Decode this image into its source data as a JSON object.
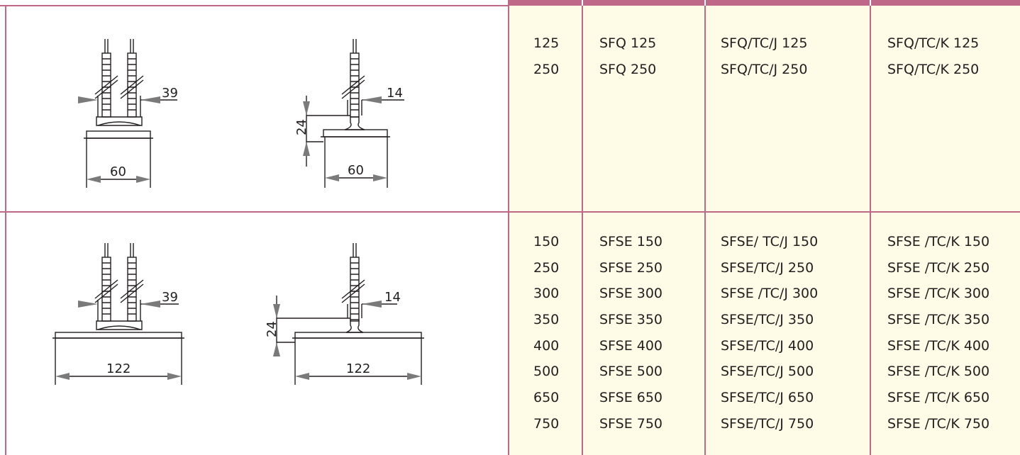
{
  "sections": [
    {
      "dimensions": {
        "pin_spacing": "39",
        "base_width": "60",
        "pin_width": "14",
        "height": "24"
      },
      "rows": [
        {
          "power": "125",
          "standard": "SFQ 125",
          "tc_j": "SFQ/TC/J 125",
          "tc_k": "SFQ/TC/K 125"
        },
        {
          "power": "250",
          "standard": "SFQ 250",
          "tc_j": "SFQ/TC/J 250",
          "tc_k": "SFQ/TC/K 250"
        }
      ]
    },
    {
      "dimensions": {
        "pin_spacing": "39",
        "base_width": "122",
        "pin_width": "14",
        "height": "24"
      },
      "rows": [
        {
          "power": "150",
          "standard": "SFSE 150",
          "tc_j": "SFSE/ TC/J 150",
          "tc_k": "SFSE /TC/K 150"
        },
        {
          "power": "250",
          "standard": "SFSE 250",
          "tc_j": "SFSE/TC/J  250",
          "tc_k": "SFSE /TC/K 250"
        },
        {
          "power": "300",
          "standard": "SFSE 300",
          "tc_j": "SFSE /TC/J 300",
          "tc_k": "SFSE /TC/K 300"
        },
        {
          "power": "350",
          "standard": "SFSE 350",
          "tc_j": "SFSE/TC/J 350",
          "tc_k": "SFSE /TC/K 350"
        },
        {
          "power": "400",
          "standard": "SFSE 400",
          "tc_j": "SFSE/TC/J 400",
          "tc_k": "SFSE /TC/K 400"
        },
        {
          "power": "500",
          "standard": "SFSE 500",
          "tc_j": "SFSE/TC/J 500",
          "tc_k": "SFSE /TC/K 500"
        },
        {
          "power": "650",
          "standard": "SFSE 650",
          "tc_j": "SFSE/TC/J 650",
          "tc_k": "SFSE /TC/K 650"
        },
        {
          "power": "750",
          "standard": "SFSE 750",
          "tc_j": "SFSE/TC/J 750",
          "tc_k": "SFSE /TC/K 750"
        }
      ]
    }
  ],
  "colors": {
    "grid_line": "#c06888",
    "data_background": "#fefbe6",
    "header_strip": "#c06888",
    "drawing_stroke": "#231f20",
    "arrow_fill": "#7a7a7a"
  }
}
